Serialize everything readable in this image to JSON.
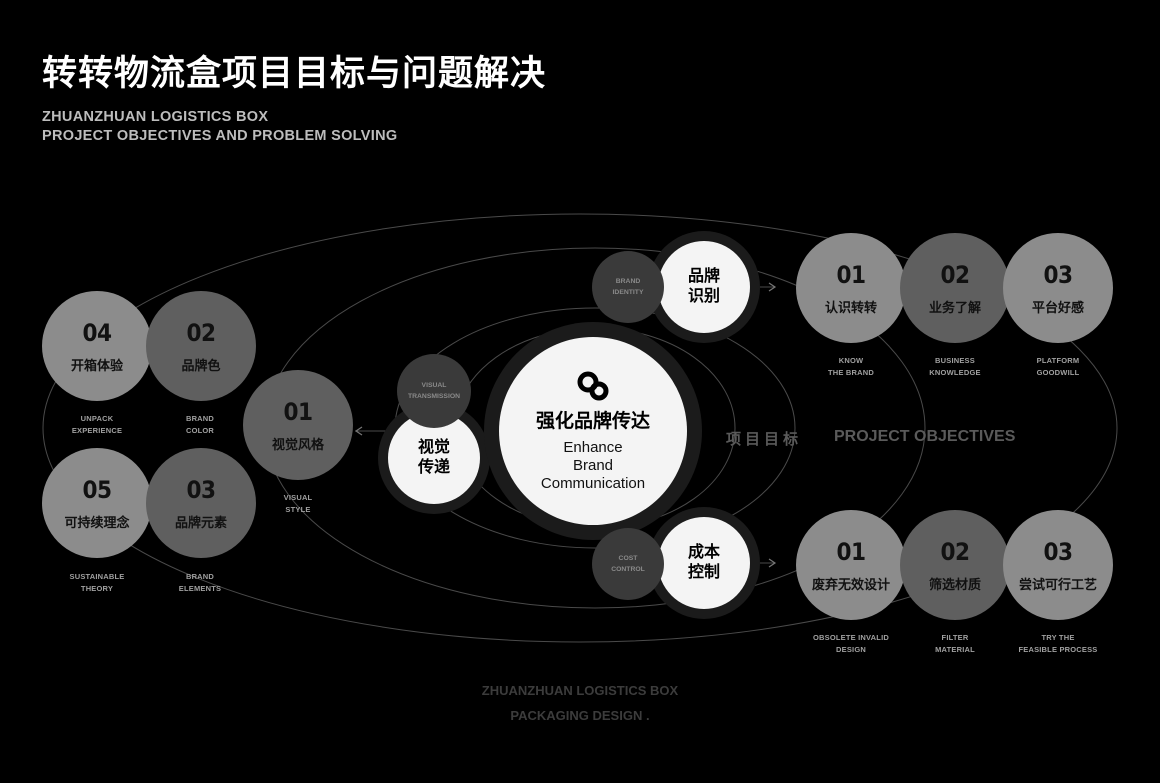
{
  "header": {
    "title": "转转物流盒项目目标与问题解决",
    "subtitle_line1": "ZHUANZHUAN LOGISTICS BOX",
    "subtitle_line2": "PROJECT OBJECTIVES AND PROBLEM SOLVING"
  },
  "center": {
    "logo_icon": "zhuanzhuan-logo-icon",
    "title": "强化品牌传达",
    "en_line1": "Enhance",
    "en_line2": "Brand",
    "en_line3": "Communication"
  },
  "visual": {
    "tag_line1": "VISUAL",
    "tag_line2": "TRANSMISSION",
    "zh_line1": "视觉",
    "zh_line2": "传递"
  },
  "brand_identity": {
    "tag_line1": "BRAND",
    "tag_line2": "IDENTITY",
    "zh_line1": "品牌",
    "zh_line2": "识别"
  },
  "cost_control": {
    "tag_line1": "COST",
    "tag_line2": "CONTROL",
    "zh_line1": "成本",
    "zh_line2": "控制"
  },
  "visual_style": {
    "num": "01",
    "label": "视觉风格",
    "cap1": "VISUAL",
    "cap2": "STYLE"
  },
  "left_nodes": [
    {
      "num": "04",
      "label": "开箱体验",
      "cap1": "UNPACK",
      "cap2": "EXPERIENCE"
    },
    {
      "num": "02",
      "label": "品牌色",
      "cap1": "BRAND",
      "cap2": "COLOR"
    },
    {
      "num": "05",
      "label": "可持续理念",
      "cap1": "SUSTAINABLE",
      "cap2": "THEORY"
    },
    {
      "num": "03",
      "label": "品牌元素",
      "cap1": "BRAND",
      "cap2": "ELEMENTS"
    }
  ],
  "right_top": [
    {
      "num": "01",
      "label": "认识转转",
      "cap1": "KNOW",
      "cap2": "THE BRAND"
    },
    {
      "num": "02",
      "label": "业务了解",
      "cap1": "BUSINESS",
      "cap2": "KNOWLEDGE"
    },
    {
      "num": "03",
      "label": "平台好感",
      "cap1": "PLATFORM",
      "cap2": "GOODWILL"
    }
  ],
  "right_bottom": [
    {
      "num": "01",
      "label": "废弃无效设计",
      "cap1": "OBSOLETE INVALID",
      "cap2": "DESIGN"
    },
    {
      "num": "02",
      "label": "筛选材质",
      "cap1": "FILTER",
      "cap2": "MATERIAL"
    },
    {
      "num": "03",
      "label": "尝试可行工艺",
      "cap1": "TRY THE",
      "cap2": "FEASIBLE PROCESS"
    }
  ],
  "objectives": {
    "zh": "项目目标",
    "en": "PROJECT OBJECTIVES"
  },
  "footer": {
    "line1": "ZHUANZHUAN LOGISTICS BOX",
    "line2": "PACKAGING DESIGN ."
  },
  "colors": {
    "background": "#000000",
    "circle_gray": "#8c8c8c",
    "circle_dark": "#5f5f5f",
    "white": "#f4f4f4"
  }
}
